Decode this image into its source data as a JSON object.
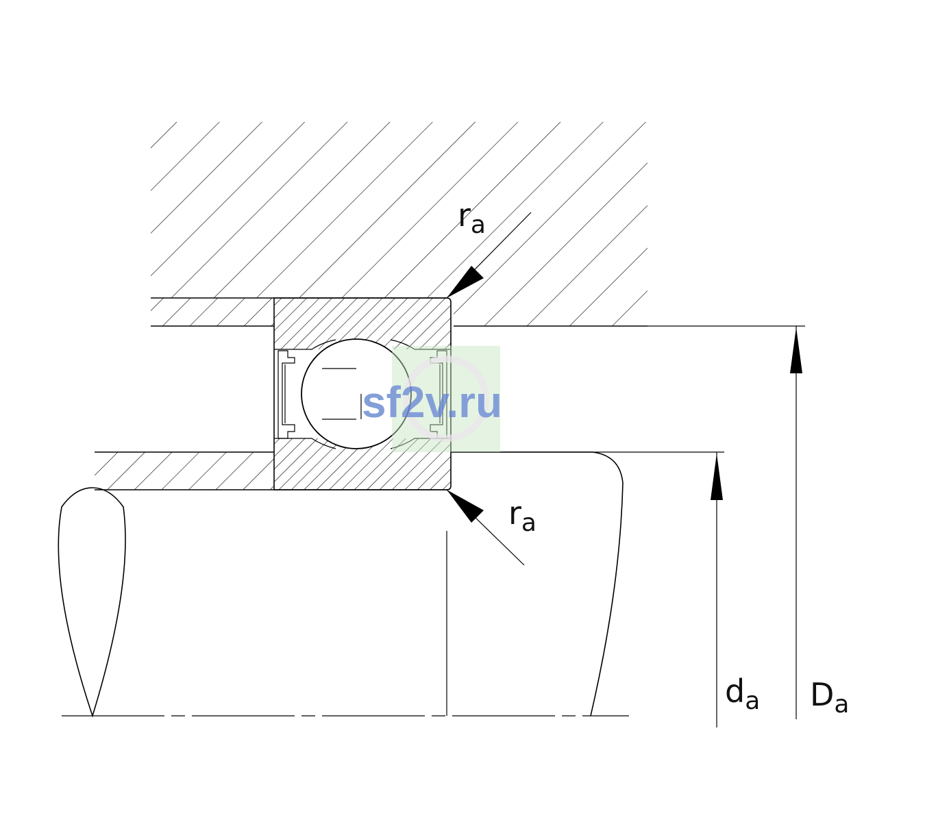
{
  "labels": {
    "ra_top": {
      "main": "r",
      "sub": "a"
    },
    "ra_bottom": {
      "main": "r",
      "sub": "a"
    },
    "da": {
      "main": "d",
      "sub": "a"
    },
    "Da": {
      "main": "D",
      "sub": "a"
    }
  },
  "watermark": {
    "text": "sf2v.ru"
  },
  "colors": {
    "line": "#000000",
    "background": "#ffffff",
    "watermark_text": "#6f8fd2",
    "watermark_box": "#c7e8c1"
  }
}
